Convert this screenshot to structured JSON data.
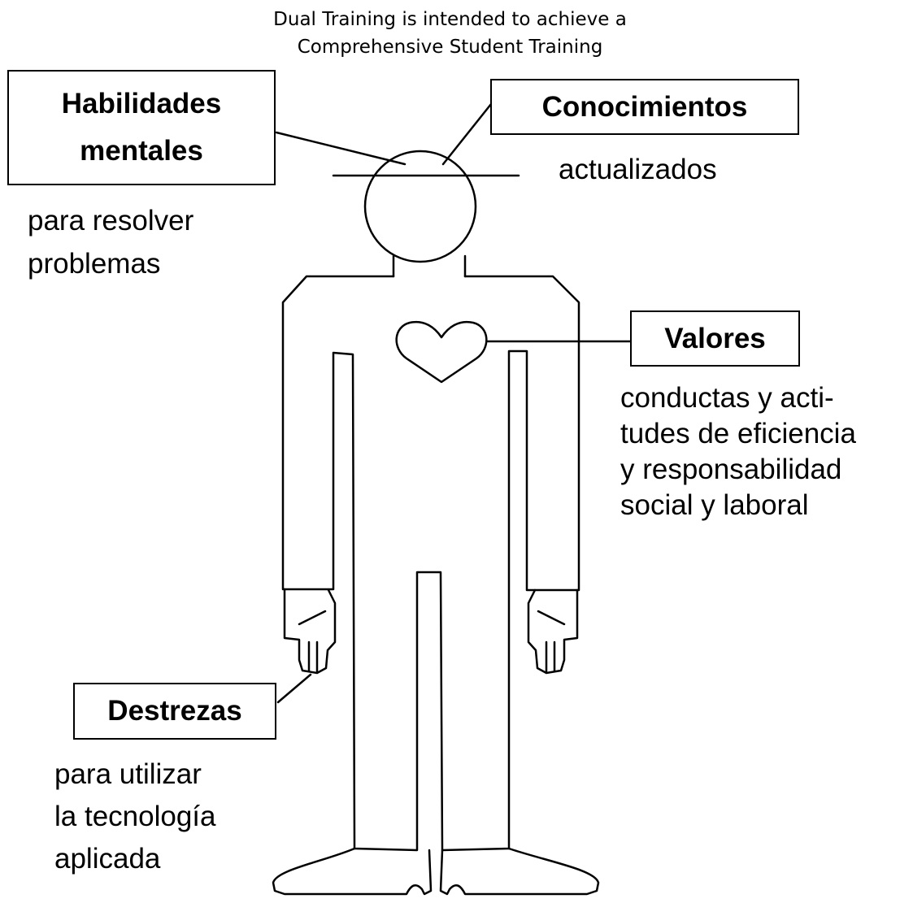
{
  "title": {
    "line1": "Dual Training is intended to achieve a",
    "line2": "Comprehensive Student Training"
  },
  "labels": {
    "habilidades": {
      "line1": "Habilidades",
      "line2": "mentales"
    },
    "conocimientos": "Conocimientos",
    "valores": "Valores",
    "destrezas": "Destrezas"
  },
  "descriptions": {
    "habilidades": {
      "line1": "para resolver",
      "line2": "problemas"
    },
    "conocimientos": "actualizados",
    "valores": {
      "line1": "conductas y acti-",
      "line2": "tudes de eficiencia",
      "line3": "y responsabilidad",
      "line4": "social y laboral"
    },
    "destrezas": {
      "line1": "para utilizar",
      "line2": "la tecnología",
      "line3": "aplicada"
    }
  },
  "colors": {
    "stroke": "#000000",
    "background": "#ffffff"
  }
}
